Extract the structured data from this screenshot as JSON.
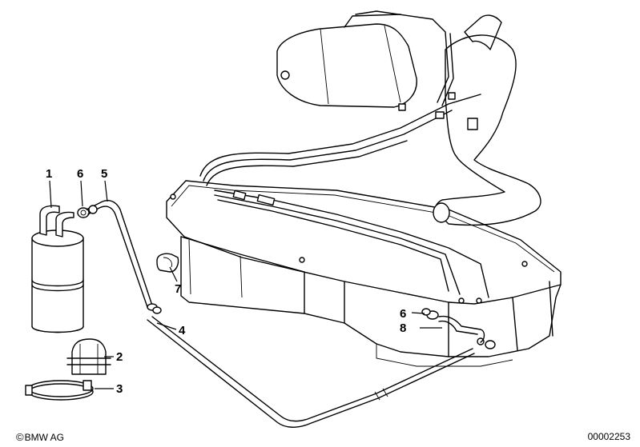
{
  "labels": {
    "n1": "1",
    "n6a": "6",
    "n5": "5",
    "n7": "7",
    "n4": "4",
    "n2": "2",
    "n3": "3",
    "n6b": "6",
    "n8": "8"
  },
  "footer": {
    "copyright_symbol": "©",
    "brand": "BMW AG",
    "diagram_number": "00002253"
  }
}
